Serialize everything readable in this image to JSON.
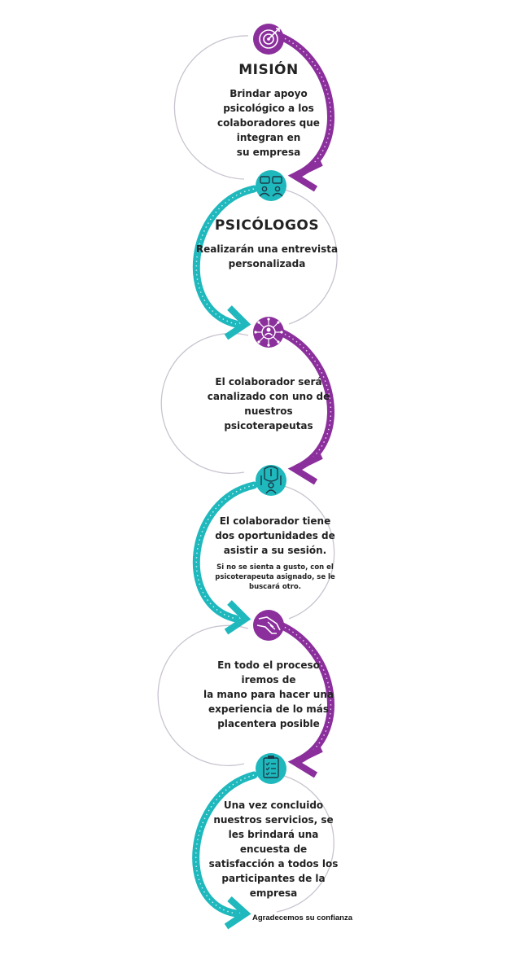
{
  "steps": [
    {
      "title": "MISIÓN",
      "lines": [
        "Brindar apoyo",
        "psicológico a los",
        "colaboradores que",
        "integran en",
        "su empresa"
      ],
      "icon": "target-icon",
      "color": "#8b2f9c"
    },
    {
      "title": "PSICÓLOGOS",
      "lines": [
        "Realizarán una entrevista",
        "personalizada"
      ],
      "icon": "conversation-icon",
      "color": "#1eb8bd"
    },
    {
      "lines": [
        "El colaborador será",
        "canalizado con uno de",
        "nuestros",
        "psicoterapeutas"
      ],
      "icon": "network-person-icon",
      "color": "#8b2f9c"
    },
    {
      "lines": [
        "El colaborador tiene",
        "dos oportunidades de",
        "asistir a su sesión."
      ],
      "note_lines": [
        "Si no se sienta a gusto, con el",
        "psicoterapeuta asignado, se le",
        "buscará otro."
      ],
      "icon": "person-idea-icon",
      "color": "#1eb8bd"
    },
    {
      "lines": [
        "En todo el proceso",
        "iremos de",
        "la mano para hacer una",
        "experiencia de lo más",
        "placentera posible"
      ],
      "icon": "handshake-icon",
      "color": "#8b2f9c"
    },
    {
      "lines": [
        "Una vez concluido",
        "nuestros servicios, se",
        "les brindará una",
        "encuesta de",
        "satisfacción a todos los",
        "participantes de la",
        "empresa"
      ],
      "icon": "checklist-icon",
      "color": "#1eb8bd"
    }
  ],
  "footer": "Agradecemos su confianza",
  "colors": {
    "purple": "#8b2f9c",
    "teal": "#1eb8bd",
    "circle_line": "#c9c3cf"
  }
}
